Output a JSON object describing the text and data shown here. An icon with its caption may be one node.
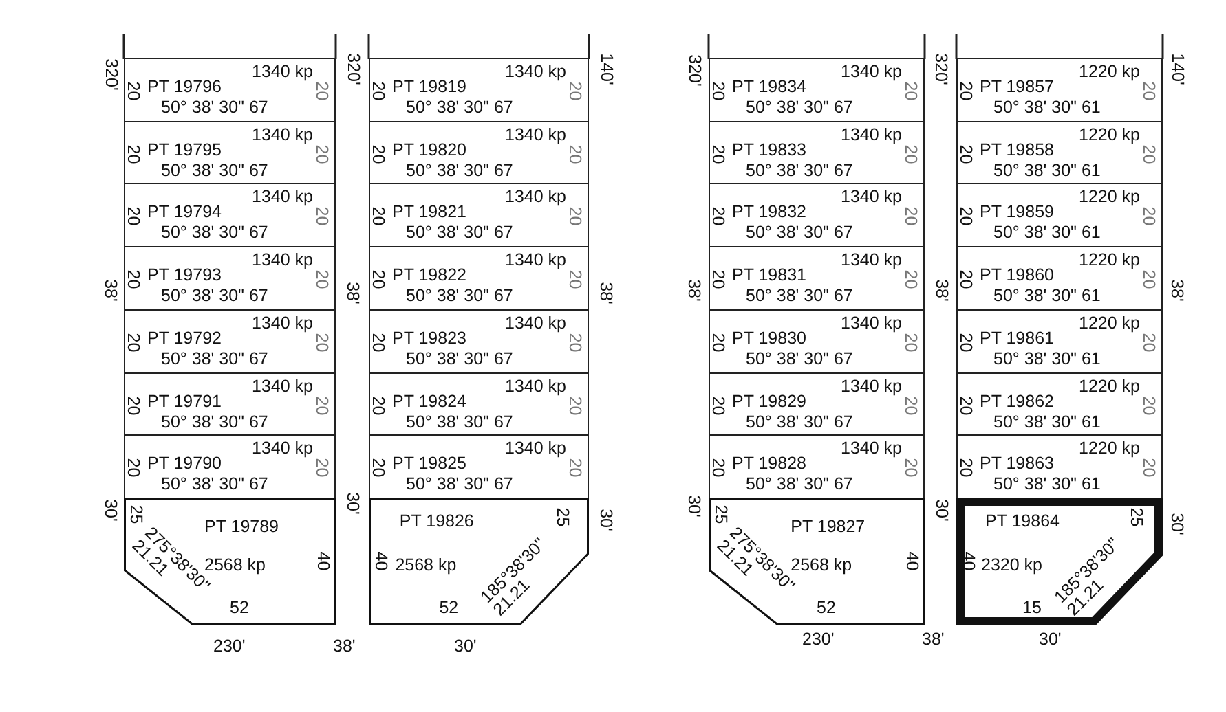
{
  "diagram": {
    "nodes": [
      {
        "text": [
          "PT 19796",
          "1340 kp",
          "50° 38' 30\" 67",
          "20",
          "20"
        ]
      },
      {
        "text": [
          "PT 19795",
          "1340 kp",
          "50° 38' 30\" 67",
          "20",
          "20"
        ]
      },
      {
        "text": [
          "PT 19794",
          "1340 kp",
          "50° 38' 30\" 67",
          "20",
          "20"
        ]
      },
      {
        "text": [
          "PT 19793",
          "1340 kp",
          "50° 38' 30\" 67",
          "20",
          "20"
        ]
      },
      {
        "text": [
          "PT 19792",
          "1340 kp",
          "50° 38' 30\" 67",
          "20",
          "20"
        ]
      },
      {
        "text": [
          "PT 19791",
          "1340 kp",
          "50° 38' 30\" 67",
          "20",
          "20"
        ]
      },
      {
        "text": [
          "PT 19790",
          "1340 kp",
          "50° 38' 30\" 67",
          "20",
          "20"
        ]
      },
      {
        "text": [
          "PT 19789",
          "2568 kp",
          "25",
          "275°38'30\" 21.21",
          "52",
          "40"
        ]
      },
      {
        "text": [
          "PT 19819",
          "1340 kp",
          "50° 38' 30\" 67",
          "20",
          "20"
        ]
      },
      {
        "text": [
          "PT 19820",
          "1340 kp",
          "50° 38' 30\" 67",
          "20",
          "20"
        ]
      },
      {
        "text": [
          "PT 19821",
          "1340 kp",
          "50° 38' 30\" 67",
          "20",
          "20"
        ]
      },
      {
        "text": [
          "PT 19822",
          "1340 kp",
          "50° 38' 30\" 67",
          "20",
          "20"
        ]
      },
      {
        "text": [
          "PT 19823",
          "1340 kp",
          "50° 38' 30\" 67",
          "20",
          "20"
        ]
      },
      {
        "text": [
          "PT 19824",
          "1340 kp",
          "50° 38' 30\" 67",
          "20",
          "20"
        ]
      },
      {
        "text": [
          "PT 19825",
          "1340 kp",
          "50° 38' 30\" 67",
          "20",
          "20"
        ]
      },
      {
        "text": [
          "PT 19826",
          "2568 kp",
          "40",
          "25",
          "185°38'30\" 21.21",
          "52"
        ]
      },
      {
        "text": [
          "PT 19834",
          "1340 kp",
          "50° 38' 30\" 67",
          "20",
          "20"
        ]
      },
      {
        "text": [
          "PT 19833",
          "1340 kp",
          "50° 38' 30\" 67",
          "20",
          "20"
        ]
      },
      {
        "text": [
          "PT 19832",
          "1340 kp",
          "50° 38' 30\" 67",
          "20",
          "20"
        ]
      },
      {
        "text": [
          "PT 19831",
          "1340 kp",
          "50° 38' 30\" 67",
          "20",
          "20"
        ]
      },
      {
        "text": [
          "PT 19830",
          "1340 kp",
          "50° 38' 30\" 67",
          "20",
          "20"
        ]
      },
      {
        "text": [
          "PT 19829",
          "1340 kp",
          "50° 38' 30\" 67",
          "20",
          "20"
        ]
      },
      {
        "text": [
          "PT 19828",
          "1340 kp",
          "50° 38' 30\" 67",
          "20",
          "20"
        ]
      },
      {
        "text": [
          "PT 19827",
          "2568 kp",
          "25",
          "275°38'30\" 21.21",
          "52",
          "40"
        ]
      },
      {
        "text": [
          "PT 19857",
          "1220 kp",
          "50° 38' 30\" 61",
          "20",
          "20"
        ]
      },
      {
        "text": [
          "PT 19858",
          "1220 kp",
          "50° 38' 30\" 61",
          "20",
          "20"
        ]
      },
      {
        "text": [
          "PT 19859",
          "1220 kp",
          "50° 38' 30\" 61",
          "20",
          "20"
        ]
      },
      {
        "text": [
          "PT 19860",
          "1220 kp",
          "50° 38' 30\" 61",
          "20",
          "20"
        ]
      },
      {
        "text": [
          "PT 19861",
          "1220 kp",
          "50° 38' 30\" 61",
          "20",
          "20"
        ]
      },
      {
        "text": [
          "PT 19862",
          "1220 kp",
          "50° 38' 30\" 61",
          "20",
          "20"
        ]
      },
      {
        "text": [
          "PT 19863",
          "1220 kp",
          "50° 38' 30\" 61",
          "20",
          "20"
        ]
      },
      {
        "text": [
          "PT 19864",
          "2320 kp",
          "40",
          "25",
          "185°38'30\" 21.21",
          "15"
        ]
      }
    ],
    "labels": [
      "320'",
      "38'",
      "30'",
      "320'",
      "38'",
      "30'",
      "140'",
      "38'",
      "30'",
      "230'",
      "38'",
      "30'",
      "320'",
      "38'",
      "30'",
      "320'",
      "38'",
      "30'",
      "140'",
      "38'",
      "30'",
      "230'",
      "38'",
      "30'"
    ]
  }
}
